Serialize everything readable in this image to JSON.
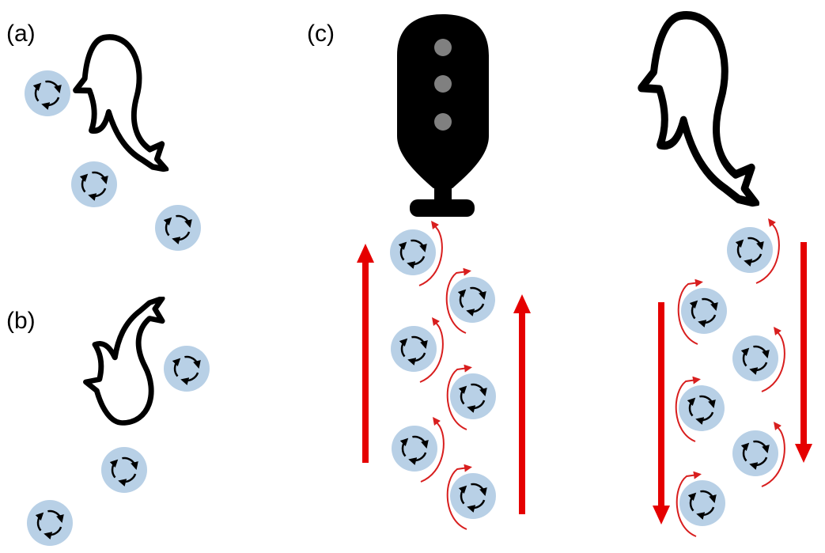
{
  "panels": {
    "a": {
      "label": "(a)"
    },
    "b": {
      "label": "(b)"
    },
    "c": {
      "label": "(c)"
    }
  },
  "colors": {
    "vortex_fill": "#b8d0e6",
    "vortex_arrow": "#000000",
    "flow_arrow": "#e50000",
    "curl_arrow": "#d81e1e",
    "fish_outline": "#000000",
    "robot_body": "#000000",
    "robot_light": "#808080"
  },
  "icons": {
    "fish": "fish-outline-icon",
    "robot": "robotic-fish-body-icon",
    "vortex": "circular-arrow-vortex-icon",
    "flow": "straight-flow-arrow-icon",
    "curl": "curved-wake-arrow-icon"
  }
}
